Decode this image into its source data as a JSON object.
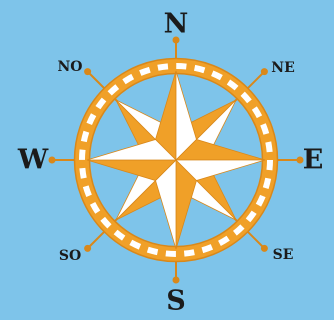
{
  "colors": {
    "background": "#7ec4ea",
    "orange": "#f0a028",
    "dark_orange": "#d9881a",
    "white": "#ffffff",
    "text": "#1b1b1b"
  },
  "labels": {
    "n": "N",
    "s": "S",
    "e": "E",
    "w": "W",
    "ne": "NE",
    "no": "NO",
    "se": "SE",
    "so": "SO"
  }
}
